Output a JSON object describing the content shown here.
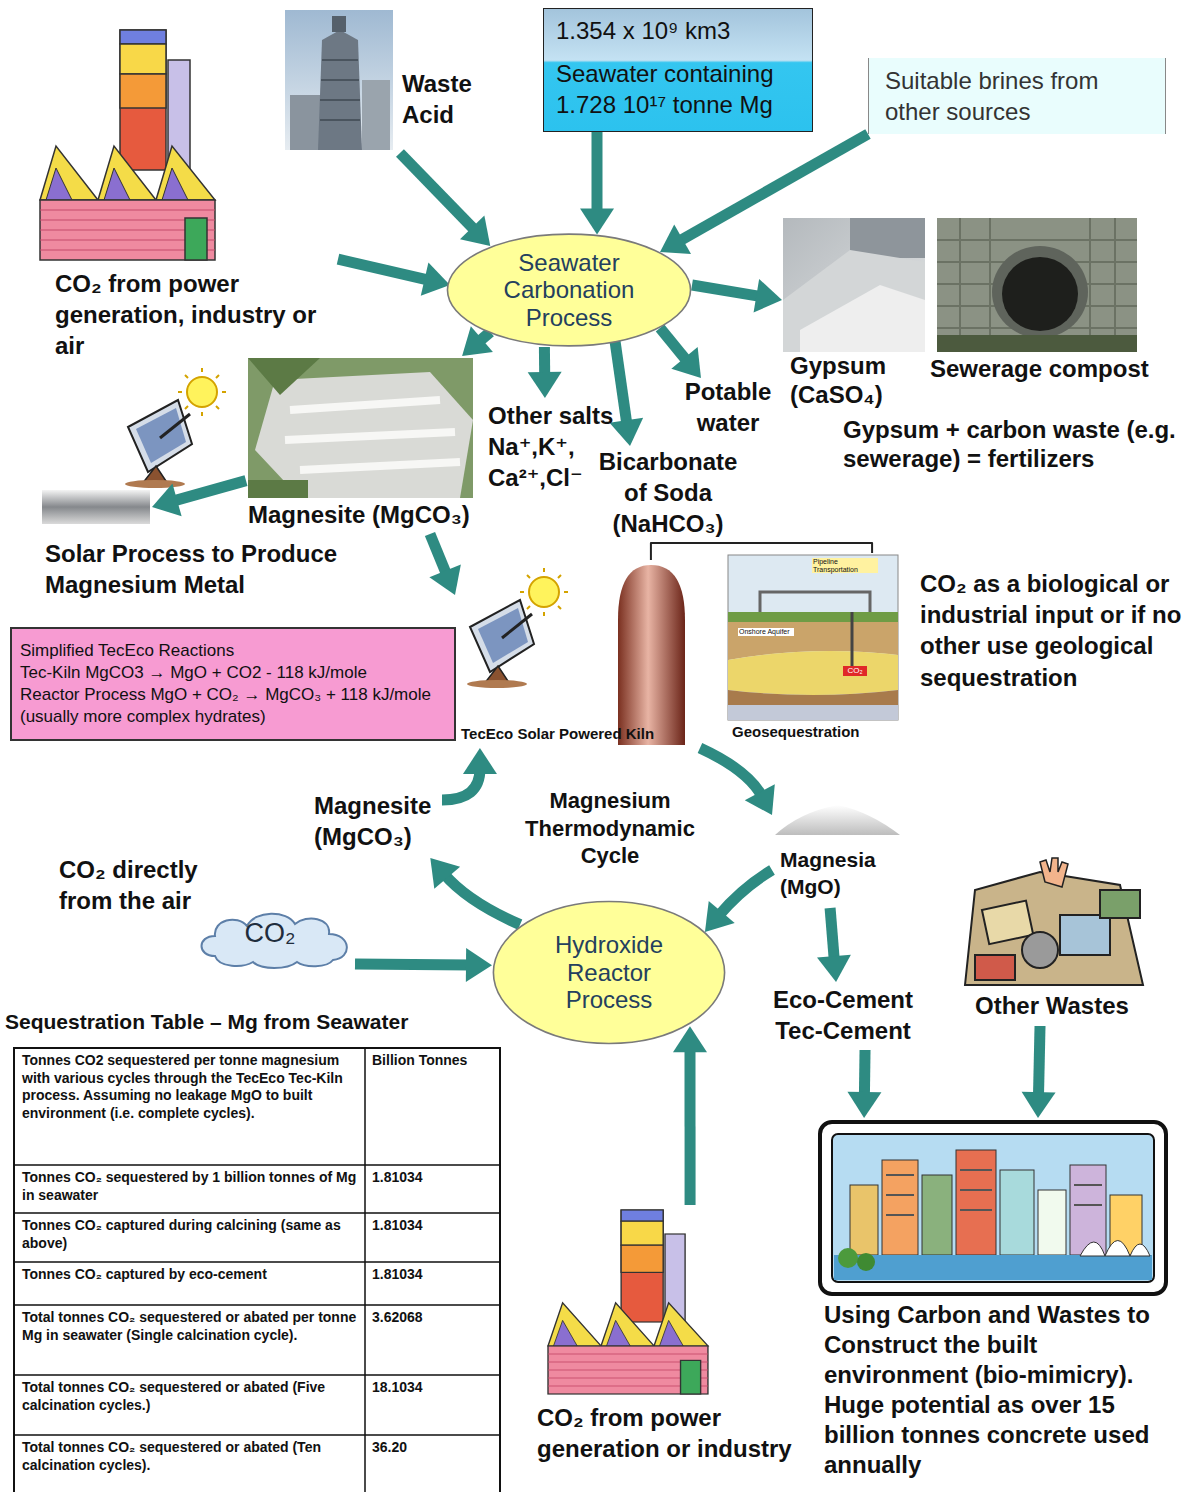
{
  "diagram": {
    "nodes": [
      {
        "text": [
          "Waste Acid"
        ]
      },
      {
        "text": [
          "1.354 x 10⁹ km3",
          "Seawater containing 1.728 10¹⁷ tonne Mg"
        ]
      },
      {
        "text": [
          "Suitable brines from other sources"
        ]
      },
      {
        "text": [
          "CO₂ from power generation, industry or air"
        ]
      },
      {
        "text": [
          "Seawater Carbonation Process"
        ]
      },
      {
        "text": [
          "Gypsum (CaSO₄)"
        ]
      },
      {
        "text": [
          "Sewerage compost"
        ]
      },
      {
        "text": [
          "Other salts Na⁺,K⁺, Ca²⁺,Cl⁻"
        ]
      },
      {
        "text": [
          "Bicarbonate of Soda (NaHCO₃)"
        ]
      },
      {
        "text": [
          "Potable water"
        ]
      },
      {
        "text": [
          "Magnesite (MgCO₃)"
        ]
      },
      {
        "text": [
          "Solar Process to Produce Magnesium Metal"
        ]
      },
      {
        "text": [
          "Simplified TecEco Reactions",
          "Tec-Kiln MgCO3 → MgO + CO2 - 118 kJ/mole",
          "Reactor Process MgO + CO₂ → MgCO₃ + 118 kJ/mole (usually more complex hydrates)"
        ]
      },
      {
        "text": [
          "TecEco Solar Powered Kiln"
        ]
      },
      {
        "text": [
          "Geosequestration"
        ]
      },
      {
        "text": [
          "Magnesite (MgCO₃)"
        ]
      },
      {
        "text": [
          "Magnesia (MgO)"
        ]
      },
      {
        "text": [
          "CO₂ directly from the air",
          "CO₂"
        ]
      },
      {
        "text": [
          "Hydroxide Reactor Process"
        ]
      },
      {
        "text": [
          "Eco-Cement Tec-Cement"
        ]
      },
      {
        "text": [
          "Other Wastes"
        ]
      },
      {
        "text": [
          "Using Carbon and Wastes to Construct the built environment (bio-mimicry). Huge potential as over 15 billion tonnes concrete used annually"
        ]
      },
      {
        "text": [
          "CO₂ from power generation or industry"
        ]
      }
    ],
    "edges": [
      {
        "from": 0,
        "to": 4,
        "arrow": "to"
      },
      {
        "from": 1,
        "to": 4,
        "arrow": "to"
      },
      {
        "from": 2,
        "to": 4,
        "arrow": "to"
      },
      {
        "from": 3,
        "to": 4,
        "arrow": "to"
      },
      {
        "from": 4,
        "to": 5,
        "arrow": "to"
      },
      {
        "from": 4,
        "to": 10,
        "arrow": "to"
      },
      {
        "from": 4,
        "to": 7,
        "arrow": "to"
      },
      {
        "from": 4,
        "to": 8,
        "arrow": "to"
      },
      {
        "from": 4,
        "to": 9,
        "arrow": "to"
      },
      {
        "from": 10,
        "to": 11,
        "arrow": "to"
      },
      {
        "from": 10,
        "to": 13,
        "arrow": "to"
      },
      {
        "from": 13,
        "to": 14,
        "arrow": "none"
      },
      {
        "from": 13,
        "to": 16,
        "arrow": "to"
      },
      {
        "from": 16,
        "to": 18,
        "arrow": "to"
      },
      {
        "from": 16,
        "to": 19,
        "arrow": "to"
      },
      {
        "from": 18,
        "to": 15,
        "arrow": "to"
      },
      {
        "from": 15,
        "to": 13,
        "arrow": "to"
      },
      {
        "from": 17,
        "to": 18,
        "arrow": "to"
      },
      {
        "from": 22,
        "to": 18,
        "arrow": "to"
      },
      {
        "from": 19,
        "to": 21,
        "arrow": "to"
      },
      {
        "from": 20,
        "to": 21,
        "arrow": "to"
      }
    ],
    "labels": [
      "Gypsum + carbon waste (e.g. sewerage) = fertilizers",
      "CO₂ as a biological or industrial input or if no other use geological sequestration",
      "Magnesium Thermodynamic Cycle",
      "Sequestration Table – Mg from Seawater",
      "Pipeline Transportation",
      "Onshore Aquifer",
      "CO₂",
      "Tonnes CO2 sequestered per tonne magnesium with various cycles through the TecEco Tec-Kiln process. Assuming no leakage MgO to built environment (i.e. complete cycles).",
      "Billion Tonnes",
      "Tonnes CO₂ sequestered by 1 billion tonnes of Mg in seawater",
      "1.81034",
      "Tonnes CO₂ captured during calcining (same as above)",
      "1.81034",
      "Tonnes CO₂ captured by eco-cement",
      "1.81034",
      "Total tonnes CO₂ sequestered or abated per tonne Mg in seawater (Single calcination cycle).",
      "3.62068",
      "Total tonnes CO₂ sequestered or abated (Five calcination cycles.)",
      "18.1034",
      "Total tonnes CO₂ sequestered or abated (Ten calcination cycles).",
      "36.20"
    ]
  }
}
